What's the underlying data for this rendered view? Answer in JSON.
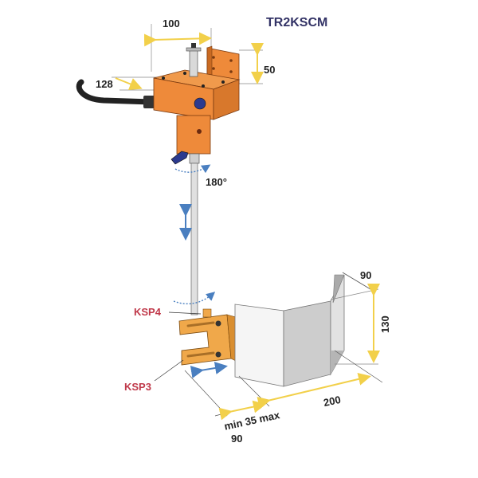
{
  "title": "TR2KSCM",
  "dimensions": {
    "top_width": "100",
    "bracket_height": "50",
    "handle_length": "128",
    "rotation": "180°",
    "shield_depth": "90",
    "shield_height": "130",
    "shield_width": "200",
    "offset_range_line1": "min 35 max",
    "offset_range_line2": "90"
  },
  "parts": {
    "upper_clamp": "KSP4",
    "lower_clamp": "KSP3"
  },
  "colors": {
    "orange_body": "#ee8a3a",
    "clamp_plate": "#f0a84a",
    "dimension_arrow": "#f2d04a",
    "motion_arrow": "#4a7fc0",
    "knob_blue": "#2b3a8f",
    "title_text": "#333366",
    "part_label": "#c0394a",
    "shield_light": "#f4f4f4",
    "shield_dark": "#c8c8c8"
  }
}
